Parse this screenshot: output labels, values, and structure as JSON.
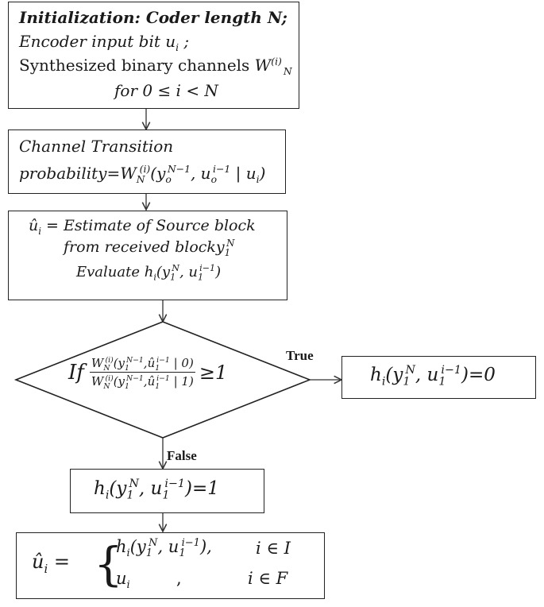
{
  "box1": {
    "line1": "Initialization: Coder length N;",
    "line2": "Encoder input bit u",
    "line2_sub": "i",
    "line2_end": " ;",
    "line3": "Synthesized binary channels ",
    "line3_W": "W",
    "line3_sup": "(i)",
    "line3_sub": "N",
    "line4": "for 0 ≤ i < N"
  },
  "box2": {
    "line1": "Channel Transition",
    "line2_prefix": "probability=W",
    "line2_sub": "N",
    "line2_sup": "(i)",
    "line2_expr": "(y",
    "line2_y_sub": "o",
    "line2_y_sup": "N−1",
    "line2_mid": ", u",
    "line2_u_sub": "o",
    "line2_u_sup": "i−1",
    "line2_end": " | u",
    "line2_end_sub": "i",
    "line2_close": ")"
  },
  "box3": {
    "line1": "û",
    "line1_sub": "i",
    "line1_rest": " = Estimate of Source block",
    "line2": "from received blocky",
    "line2_sub": "1",
    "line2_sup": "N",
    "line3": "Evaluate h",
    "line3_sub": "i",
    "line3_rest": "(y",
    "line3_y_sub": "1",
    "line3_y_sup": "N",
    "line3_mid": ", u",
    "line3_u_sub": "1",
    "line3_u_sup": "i−1",
    "line3_close": ")"
  },
  "decision": {
    "if": "If",
    "num": "W",
    "num_sub": "N",
    "num_sup": "(i)",
    "num_expr": "(y",
    "num_y_sub": "1",
    "num_y_sup": "N−1",
    "num_mid": ",û",
    "num_u_sub": "1",
    "num_u_sup": "i−1",
    "num_end": " | 0)",
    "den": "W",
    "den_sub": "N",
    "den_sup": "(i)",
    "den_expr": "(y",
    "den_y_sub": "1",
    "den_y_sup": "N−1",
    "den_mid": ",û",
    "den_u_sub": "1",
    "den_u_sup": "i−1",
    "den_end": " | 1)",
    "cmp": "≥1"
  },
  "labels": {
    "true": "True",
    "false": "False"
  },
  "box_true": {
    "h": "h",
    "h_sub": "i",
    "expr": "(y",
    "y_sub": "1",
    "y_sup": "N",
    "mid": ", u",
    "u_sub": "1",
    "u_sup": "i−1",
    "end": ")=0"
  },
  "box_false": {
    "h": "h",
    "h_sub": "i",
    "expr": "(y",
    "y_sub": "1",
    "y_sup": "N",
    "mid": ", u",
    "u_sub": "1",
    "u_sup": "i−1",
    "end": ")=1"
  },
  "box_final": {
    "lhs": "û",
    "lhs_sub": "i",
    "eq": " = ",
    "case1_h": "h",
    "case1_h_sub": "i",
    "case1_expr": "(y",
    "case1_y_sub": "1",
    "case1_y_sup": "N",
    "case1_mid": ", u",
    "case1_u_sub": "1",
    "case1_u_sup": "i−1",
    "case1_end": "),",
    "case1_cond": "i ∈ I",
    "case2_u": "u",
    "case2_u_sub": "i",
    "case2_comma": ",",
    "case2_cond": "i ∈ F"
  }
}
